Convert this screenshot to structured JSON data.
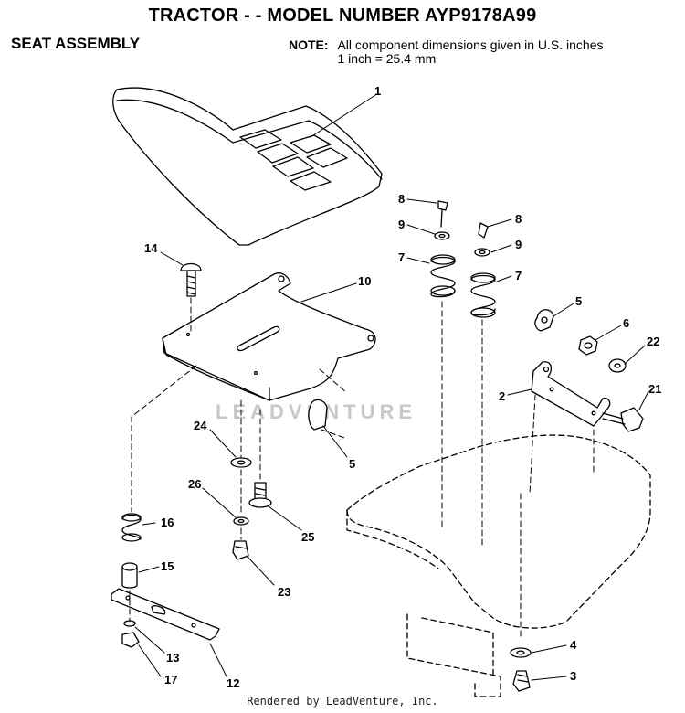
{
  "header": {
    "title": "TRACTOR - - MODEL NUMBER AYP9178A99",
    "subtitle": "SEAT ASSEMBLY",
    "note_label": "NOTE:",
    "note_line1": "All component dimensions given in U.S. inches",
    "note_line2": "1 inch = 25.4 mm"
  },
  "watermark": "LEADVENTURE",
  "footer": "Rendered by LeadVenture, Inc.",
  "callouts": {
    "c1": "1",
    "c2": "2",
    "c3": "3",
    "c4": "4",
    "c5a": "5",
    "c5b": "5",
    "c6": "6",
    "c7a": "7",
    "c7b": "7",
    "c8a": "8",
    "c8b": "8",
    "c9a": "9",
    "c9b": "9",
    "c10": "10",
    "c12": "12",
    "c13": "13",
    "c14": "14",
    "c15": "15",
    "c16": "16",
    "c17": "17",
    "c21": "21",
    "c22": "22",
    "c23": "23",
    "c24": "24",
    "c25": "25",
    "c26": "26"
  }
}
